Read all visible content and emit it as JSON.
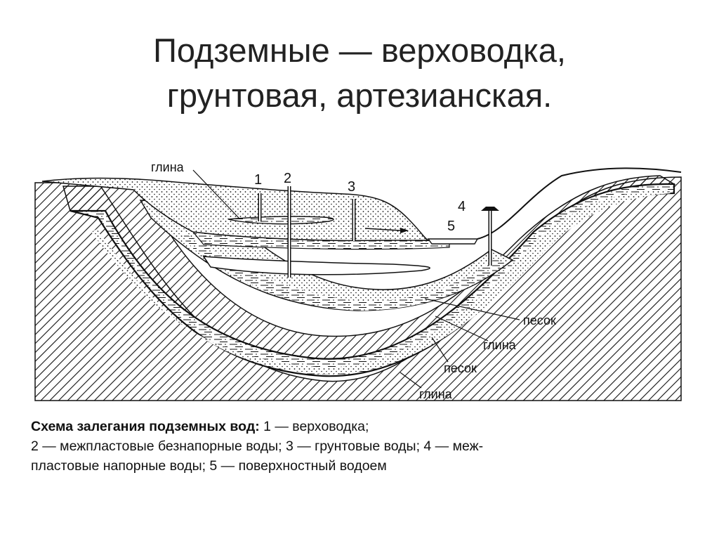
{
  "slide": {
    "title_line1": "Подземные — верховодка,",
    "title_line2": "грунтовая, артезианская."
  },
  "diagram": {
    "layer_labels": {
      "clay_top": "глина",
      "sand_1": "песок",
      "clay_2": "глина",
      "sand_2": "песок",
      "clay_bottom": "глина"
    },
    "markers": [
      "1",
      "2",
      "3",
      "4",
      "5"
    ]
  },
  "caption": {
    "heading": "Схема залегания подземных вод:",
    "line1_rest": " 1 — верховодка;",
    "line2": "2 — межпластовые безнапорные воды; 3 — грунтовые воды; 4 — меж-",
    "line3": "пластовые напорные воды; 5 — поверхностный водоем"
  }
}
